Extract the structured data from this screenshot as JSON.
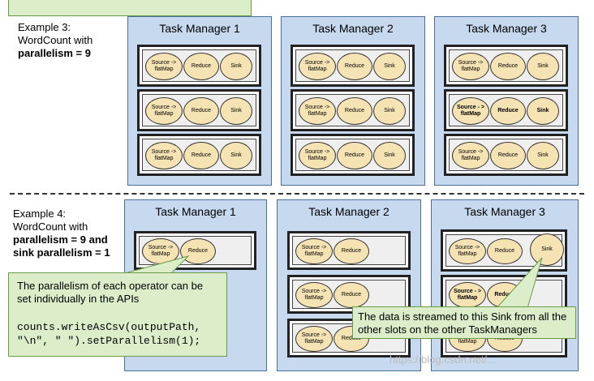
{
  "example3": {
    "line1": "Example 3:",
    "line2": "WordCount with",
    "line3": "parallelism = 9"
  },
  "example4": {
    "line1": "Example 4:",
    "line2": "WordCount with",
    "line3": "parallelism = 9 and",
    "line4": "sink parallelism = 1"
  },
  "task_managers": {
    "tm1": "Task Manager 1",
    "tm2": "Task Manager 2",
    "tm3": "Task Manager 3"
  },
  "operators": {
    "source": "Source -> flatMap",
    "source_bold": "Source - > flatMap",
    "reduce": "Reduce",
    "sink": "Sink"
  },
  "callout_left": {
    "text": "The parallelism of each operator can be set individually in the APIs",
    "code_line1": "counts.writeAsCsv(outputPath,",
    "code_line2": "\"\\n\", \" \").setParallelism(1);"
  },
  "callout_right": {
    "text": "The data is streamed to this Sink from all the other slots on the other TaskManagers"
  },
  "watermark": "https://blog.csdn.net/..."
}
